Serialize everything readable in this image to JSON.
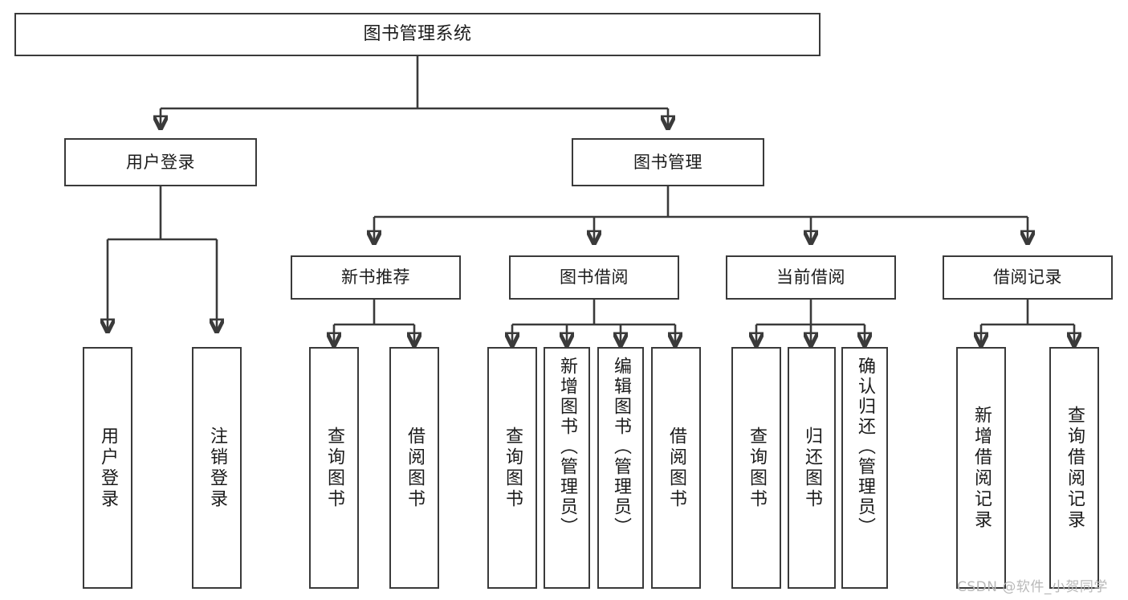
{
  "diagram": {
    "title": "图书管理系统",
    "type": "tree-hierarchy-diagram",
    "levels": 4,
    "colors": {
      "box_border": "#3a3a3a",
      "box_fill": "#ffffff",
      "connector": "#3a3a3a",
      "text": "#1b1b1b",
      "watermark": "#b9b9b9",
      "background": "#ffffff"
    }
  },
  "root": {
    "label": "图书管理系统"
  },
  "level2": [
    {
      "label": "用户登录"
    },
    {
      "label": "图书管理"
    }
  ],
  "level3": [
    {
      "label": "新书推荐"
    },
    {
      "label": "图书借阅"
    },
    {
      "label": "当前借阅"
    },
    {
      "label": "借阅记录"
    }
  ],
  "leaves": {
    "user_login": [
      {
        "label": "用户登录"
      },
      {
        "label": "注销登录"
      }
    ],
    "new_book_recommend": [
      {
        "label": "查询图书"
      },
      {
        "label": "借阅图书"
      }
    ],
    "book_borrow": [
      {
        "label": "查询图书"
      },
      {
        "label": "新增图书（管理员）"
      },
      {
        "label": "编辑图书（管理员）"
      },
      {
        "label": "借阅图书"
      }
    ],
    "current_borrow": [
      {
        "label": "查询图书"
      },
      {
        "label": "归还图书"
      },
      {
        "label": "确认归还（管理员）"
      }
    ],
    "borrow_record": [
      {
        "label": "新增借阅记录"
      },
      {
        "label": "查询借阅记录"
      }
    ]
  },
  "watermark": {
    "text": "CSDN @软件_小贺同学"
  }
}
